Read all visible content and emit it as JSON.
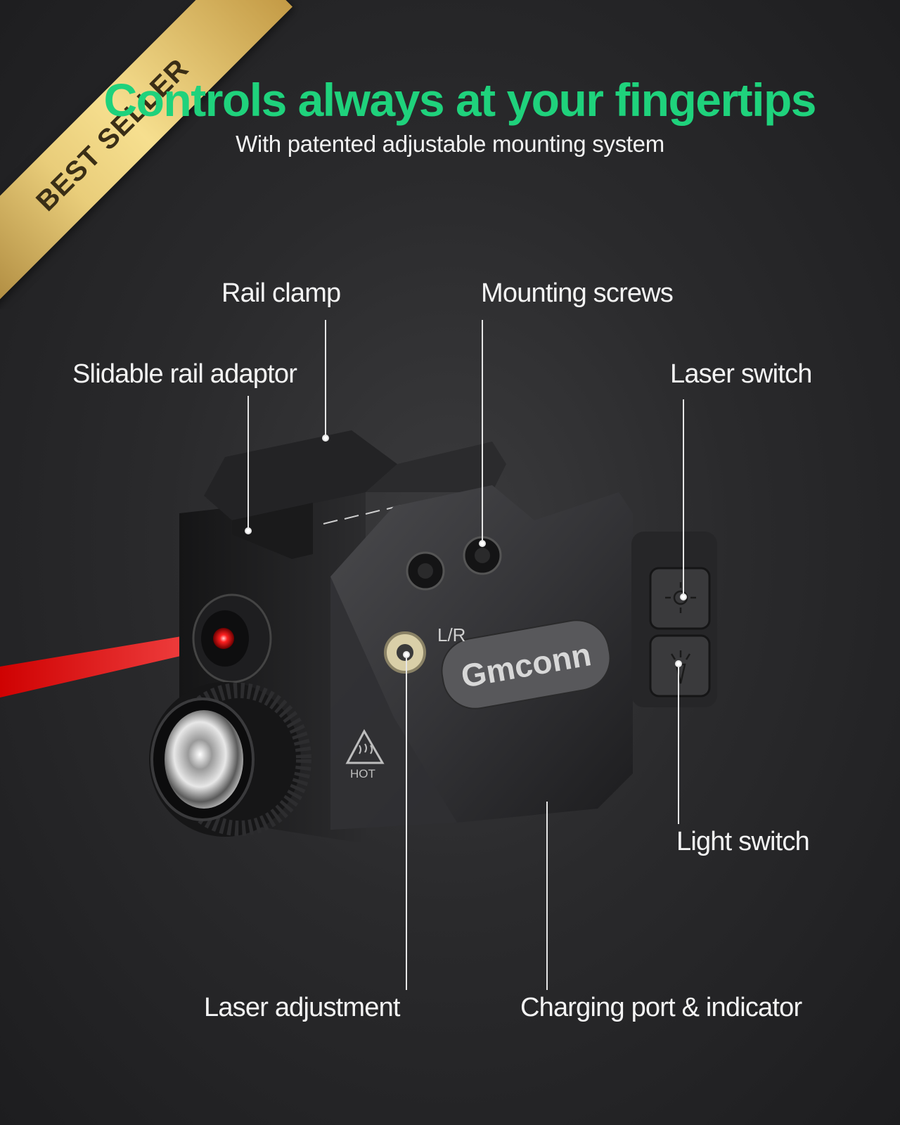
{
  "badge": {
    "text": "BEST SELLER"
  },
  "header": {
    "title": "Controls always at your fingertips",
    "subtitle": "With patented adjustable mounting system"
  },
  "product": {
    "brand": "Gmconn",
    "lr_mark": "L/R",
    "hot_mark": "HOT"
  },
  "callouts": {
    "rail_clamp": "Rail clamp",
    "mounting_screws": "Mounting screws",
    "slidable_rail_adaptor": "Slidable rail adaptor",
    "laser_switch": "Laser switch",
    "light_switch": "Light switch",
    "laser_adjustment": "Laser adjustment",
    "charging_port": "Charging port & indicator"
  },
  "colors": {
    "headline": "#1fd27c",
    "laser_beam": "#ff1a1a",
    "ribbon_gold": "#e9cd7a"
  }
}
